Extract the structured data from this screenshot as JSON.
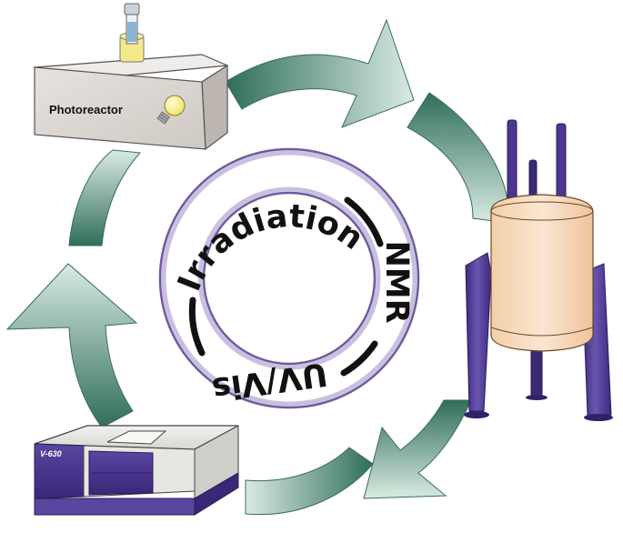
{
  "center_ring": {
    "steps": [
      "Irradiation",
      "NMR",
      "UV/Vis"
    ]
  },
  "devices": {
    "photoreactor": {
      "label": "Photoreactor"
    },
    "spectrometer": {
      "model": "V-630"
    },
    "nmr_magnet": {
      "label": ""
    }
  },
  "colors": {
    "arrow_dark": "#2f6e5a",
    "arrow_light": "#d9ebe2",
    "ring_outer": "#6f5a9e",
    "ring_inner": "#c9bfe0",
    "purple": "#4b3590",
    "beige": "#f7dcc4"
  }
}
